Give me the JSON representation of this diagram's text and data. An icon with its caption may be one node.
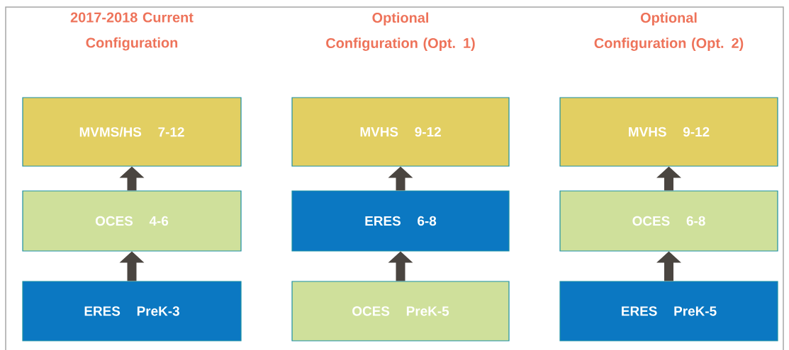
{
  "diagram": {
    "nodes": [
      {
        "text": [
          "MVMS/HS",
          "7-12"
        ]
      },
      {
        "text": [
          "OCES",
          "4-6"
        ]
      },
      {
        "text": [
          "ERES",
          "PreK-3"
        ]
      },
      {
        "text": [
          "MVHS",
          "9-12"
        ]
      },
      {
        "text": [
          "ERES",
          "6-8"
        ]
      },
      {
        "text": [
          "OCES",
          "PreK-5"
        ]
      },
      {
        "text": [
          "MVHS",
          "9-12"
        ]
      },
      {
        "text": [
          "OCES",
          "6-8"
        ]
      },
      {
        "text": [
          "ERES",
          "PreK-5"
        ]
      }
    ],
    "edges": [
      {
        "from": 2,
        "to": 1,
        "arrow": "to"
      },
      {
        "from": 1,
        "to": 0,
        "arrow": "to"
      },
      {
        "from": 5,
        "to": 4,
        "arrow": "to"
      },
      {
        "from": 4,
        "to": 3,
        "arrow": "to"
      },
      {
        "from": 8,
        "to": 7,
        "arrow": "to"
      },
      {
        "from": 7,
        "to": 6,
        "arrow": "to"
      }
    ],
    "labels": [
      "2017-2018 Current Configuration",
      "Optional Configuration (Opt. 1)",
      "Optional Configuration (Opt. 2)"
    ]
  }
}
